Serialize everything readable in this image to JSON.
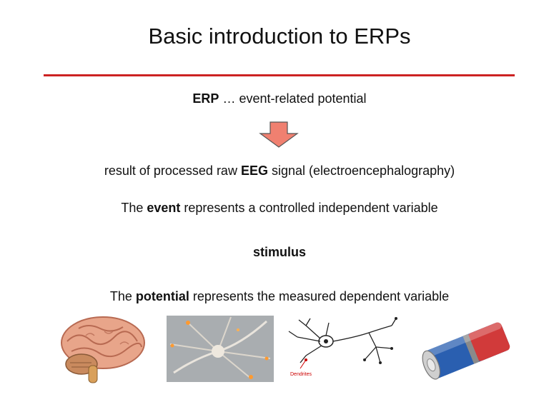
{
  "slide": {
    "title": "Basic introduction to ERPs",
    "accent_color": "#cc2222",
    "arrow_fill": "#f08070",
    "arrow_icon": "down-arrow-icon"
  },
  "lines": {
    "erp_bold": "ERP",
    "erp_rest": " … event-related potential",
    "result_pre": "result of processed raw ",
    "result_bold": "EEG",
    "result_post": " signal (electroencephalography)",
    "event_pre": "The ",
    "event_bold": "event",
    "event_post": " represents a controlled independent variable",
    "stimulus": "stimulus",
    "potential_pre": "The ",
    "potential_bold": "potential",
    "potential_post": " represents the measured dependent variable"
  },
  "images": {
    "brain": "brain-image",
    "neurons": "neurons-image",
    "neuron_diagram": "neuron-diagram-image",
    "neuron_label": "Dendrites",
    "battery": "battery-image"
  }
}
